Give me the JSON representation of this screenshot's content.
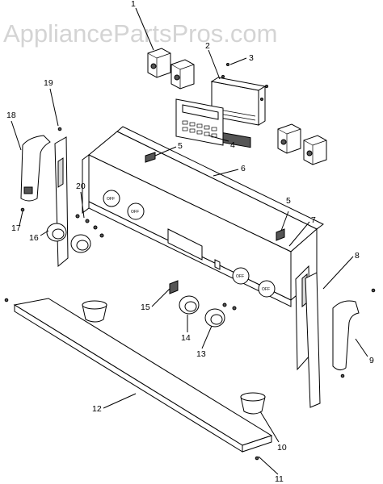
{
  "watermark": "AppliancePartsPros.com",
  "callouts": [
    "1",
    "2",
    "3",
    "4",
    "5",
    "5",
    "6",
    "7",
    "8",
    "9",
    "10",
    "11",
    "12",
    "13",
    "14",
    "15",
    "16",
    "17",
    "18",
    "19",
    "20"
  ],
  "knob_marks": [
    "OFF",
    "OFF",
    "OFF",
    "OFF"
  ]
}
